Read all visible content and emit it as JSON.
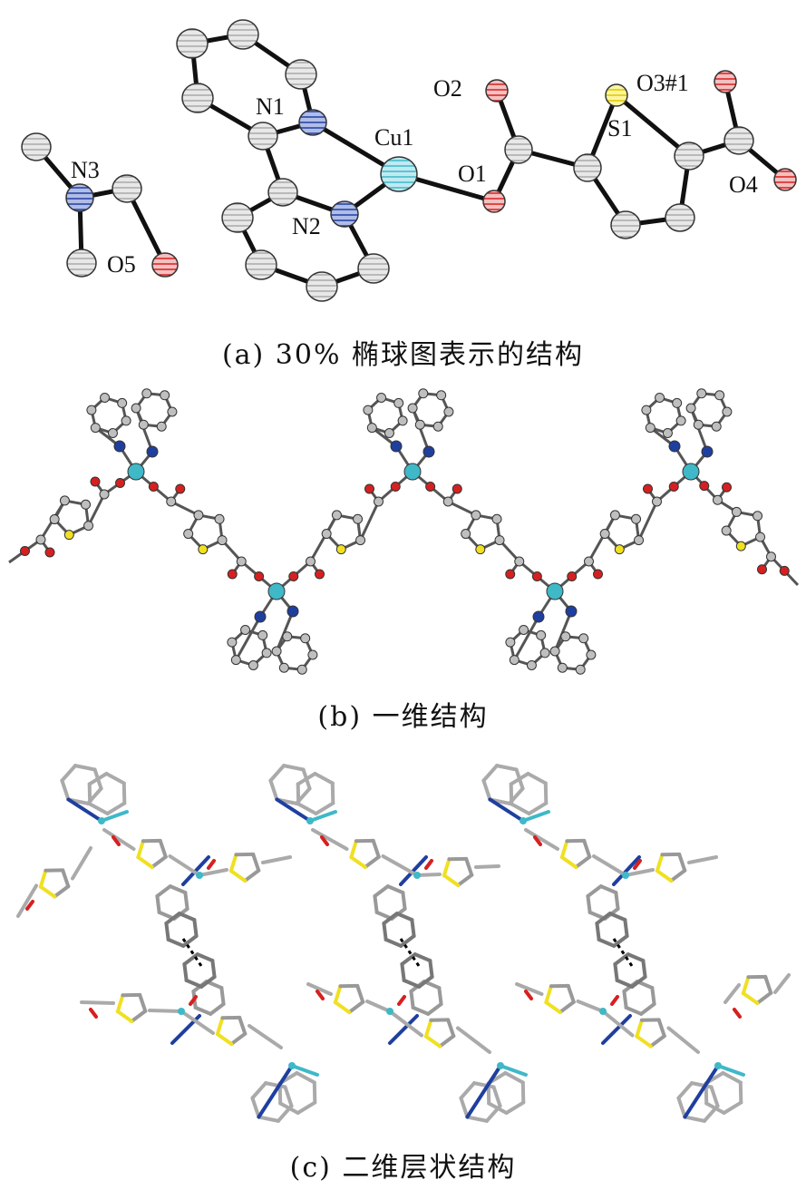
{
  "panel_a": {
    "labels": {
      "N3": "N3",
      "O5": "O5",
      "N1": "N1",
      "N2": "N2",
      "Cu1": "Cu1",
      "O2": "O2",
      "O1": "O1",
      "S1": "S1",
      "O3": "O3#1",
      "O4": "O4"
    },
    "caption": "(a) 30% 椭球图表示的结构"
  },
  "panel_b": {
    "caption": "(b) 一维结构"
  },
  "panel_c": {
    "caption": "(c) 二维层状结构"
  },
  "colors": {
    "carbon": "#bfbfbf",
    "nitrogen": "#1f3f9f",
    "oxygen": "#d62020",
    "sulfur": "#f0e020",
    "copper": "#3fb8c8",
    "bond": "#111111"
  }
}
